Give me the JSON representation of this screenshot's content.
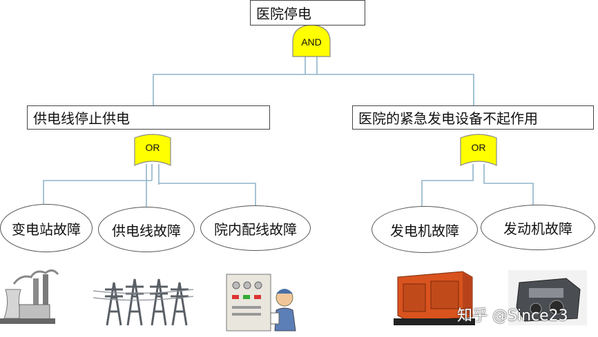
{
  "top_event": {
    "label": "医院停电"
  },
  "gates": {
    "top": {
      "type": "AND"
    },
    "left": {
      "type": "OR"
    },
    "right": {
      "type": "OR"
    }
  },
  "intermediate_events": {
    "left": {
      "label": "供电线停止供电"
    },
    "right": {
      "label": "医院的紧急发电设备不起作用"
    }
  },
  "basic_events": [
    {
      "label": "变电站故障"
    },
    {
      "label": "供电线故障"
    },
    {
      "label": "院内配线故障"
    },
    {
      "label": "发电机故障"
    },
    {
      "label": "发动机故障"
    }
  ],
  "illustrations": [
    "power-plant",
    "transmission-towers",
    "control-panel-worker",
    "diesel-generator",
    "engine"
  ],
  "watermark": "知乎 @Since23",
  "colors": {
    "gate_fill": "#ffff00",
    "connector": "#8fb3c9",
    "border": "#444444"
  }
}
